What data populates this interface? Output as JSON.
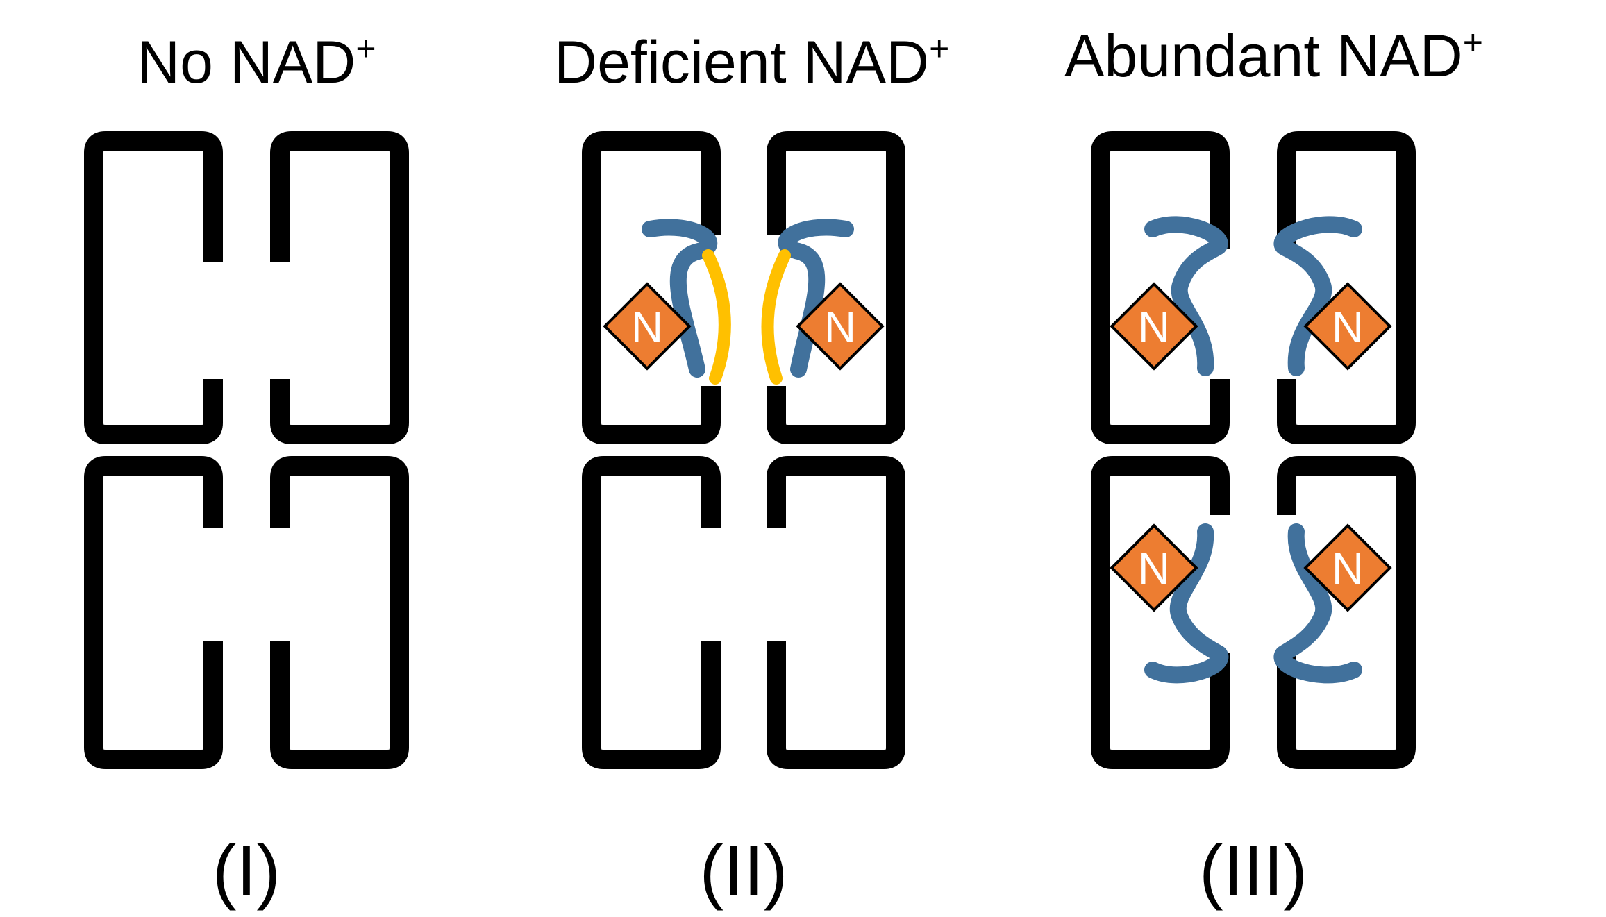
{
  "colors": {
    "outline": "#000000",
    "nad_fill": "#ED7D31",
    "chain": "#41719C",
    "contact": "#FFC000",
    "nad_text": "#FFFFFF"
  },
  "panels": [
    {
      "title_main": "No NAD",
      "title_sup": "+",
      "numeral": "(I)"
    },
    {
      "title_main": "Deficient NAD",
      "title_sup": "+",
      "numeral": "(II)"
    },
    {
      "title_main": "Abundant NAD",
      "title_sup": "+",
      "numeral": "(III)"
    }
  ],
  "nad_label": "N",
  "icons": {
    "nad_marker": "diamond-icon",
    "channel_box": "c-bracket-shape"
  }
}
